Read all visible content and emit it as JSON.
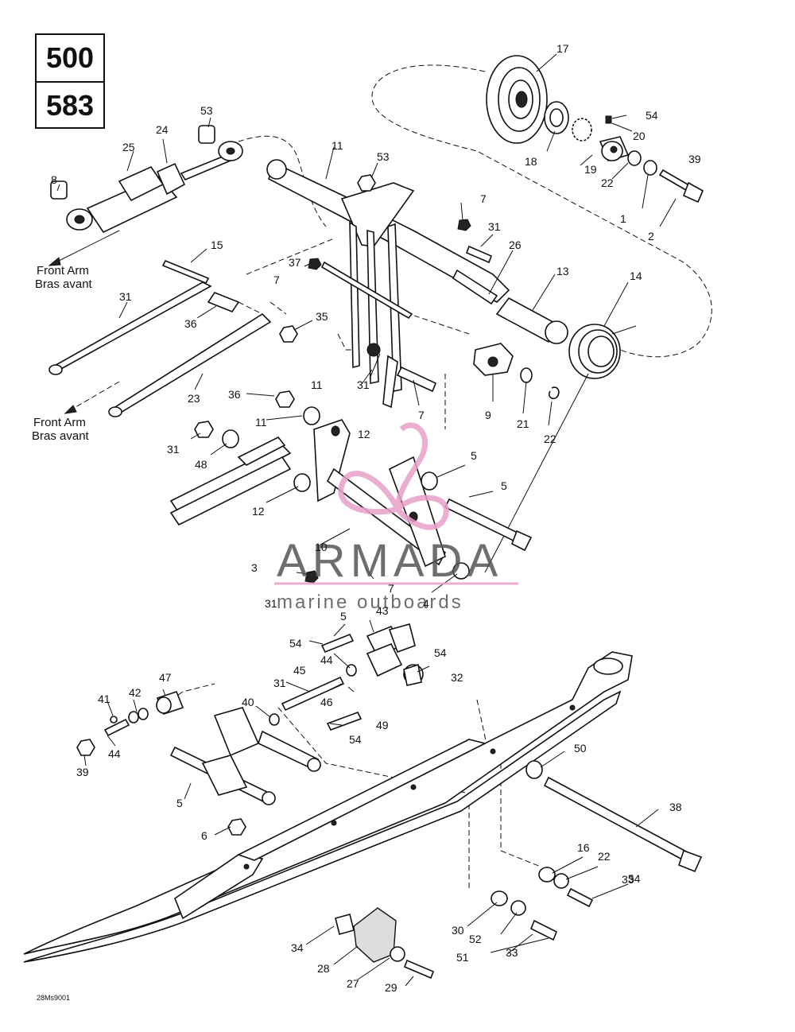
{
  "models": [
    "500",
    "583"
  ],
  "notes": {
    "front_arm_1_line1": "Front Arm",
    "front_arm_1_line2": "Bras avant",
    "front_arm_2_line1": "Front Arm",
    "front_arm_2_line2": "Bras avant"
  },
  "drawing_code": "28Ms9001",
  "watermark": {
    "brand": "ARMADA",
    "tagline": "marine outboards",
    "color_pink": "#e8a0c8",
    "color_gray": "#555555"
  },
  "callouts": [
    "17",
    "54",
    "20",
    "18",
    "19",
    "22",
    "1",
    "39",
    "2",
    "53",
    "24",
    "25",
    "8",
    "11",
    "53",
    "7",
    "31",
    "26",
    "13",
    "14",
    "15",
    "37",
    "7",
    "31",
    "36",
    "35",
    "11",
    "31",
    "7",
    "9",
    "21",
    "22",
    "23",
    "36",
    "11",
    "12",
    "31",
    "48",
    "5",
    "12",
    "5",
    "10",
    "3",
    "31",
    "7",
    "4",
    "5",
    "54",
    "43",
    "44",
    "45",
    "54",
    "32",
    "31",
    "46",
    "47",
    "41",
    "42",
    "40",
    "49",
    "54",
    "44",
    "39",
    "50",
    "5",
    "38",
    "6",
    "16",
    "22",
    "33",
    "54",
    "34",
    "28",
    "27",
    "29",
    "30",
    "52",
    "33",
    "51",
    "54"
  ]
}
